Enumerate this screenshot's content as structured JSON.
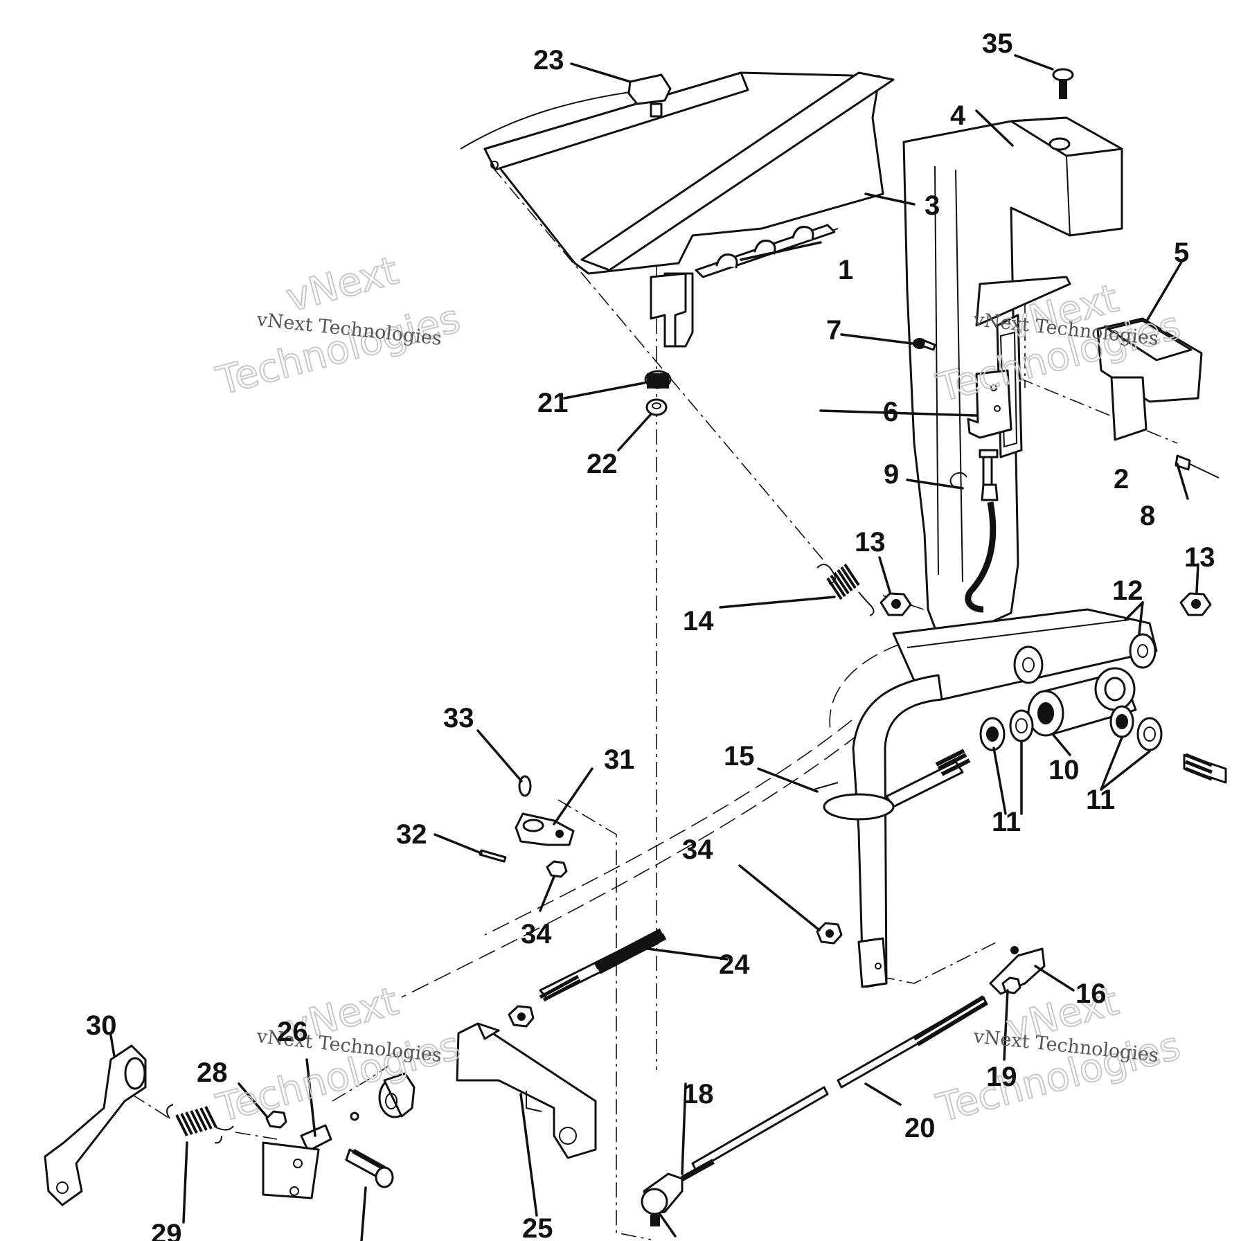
{
  "watermark": {
    "brand": "vNext",
    "word": "Technologies",
    "full": "vNext Technologies"
  },
  "callouts": {
    "c1": "1",
    "c2": "2",
    "c3": "3",
    "c4": "4",
    "c5": "5",
    "c6": "6",
    "c7": "7",
    "c8": "8",
    "c9": "9",
    "c10": "10",
    "c11a": "11",
    "c11b": "11",
    "c12": "12",
    "c13a": "13",
    "c13b": "13",
    "c14": "14",
    "c15": "15",
    "c16": "16",
    "c18": "18",
    "c19": "19",
    "c20": "20",
    "c21": "21",
    "c22": "22",
    "c23": "23",
    "c24": "24",
    "c25": "25",
    "c26": "26",
    "c28": "28",
    "c29": "29",
    "c30": "30",
    "c31": "31",
    "c32": "32",
    "c33": "33",
    "c34a": "34",
    "c34b": "34",
    "c35": "35"
  }
}
